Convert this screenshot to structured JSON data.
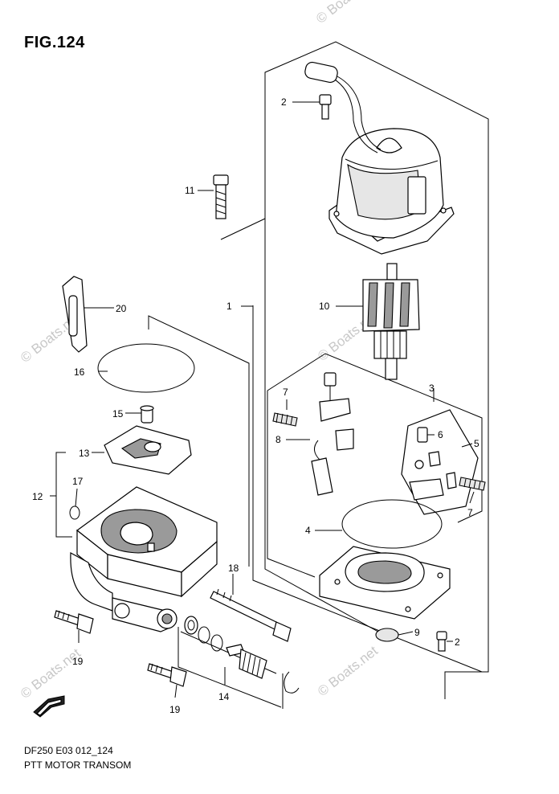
{
  "figure": {
    "title": "FIG.124",
    "code": "DF250 E03 012_124",
    "name": "PTT MOTOR TRANSOM"
  },
  "watermarks": [
    "© Boats.net",
    "© Boats.net",
    "© Boats.net",
    "© Boats.net",
    "© Boats.net"
  ],
  "callouts": [
    "1",
    "2",
    "2",
    "3",
    "4",
    "5",
    "6",
    "7",
    "7",
    "8",
    "9",
    "10",
    "11",
    "12",
    "13",
    "14",
    "15",
    "16",
    "17",
    "18",
    "19",
    "19",
    "20"
  ],
  "fwd_icon": "forward-arrow-icon",
  "colors": {
    "line": "#000000",
    "watermark": "#c8c8c8",
    "background": "#ffffff"
  }
}
